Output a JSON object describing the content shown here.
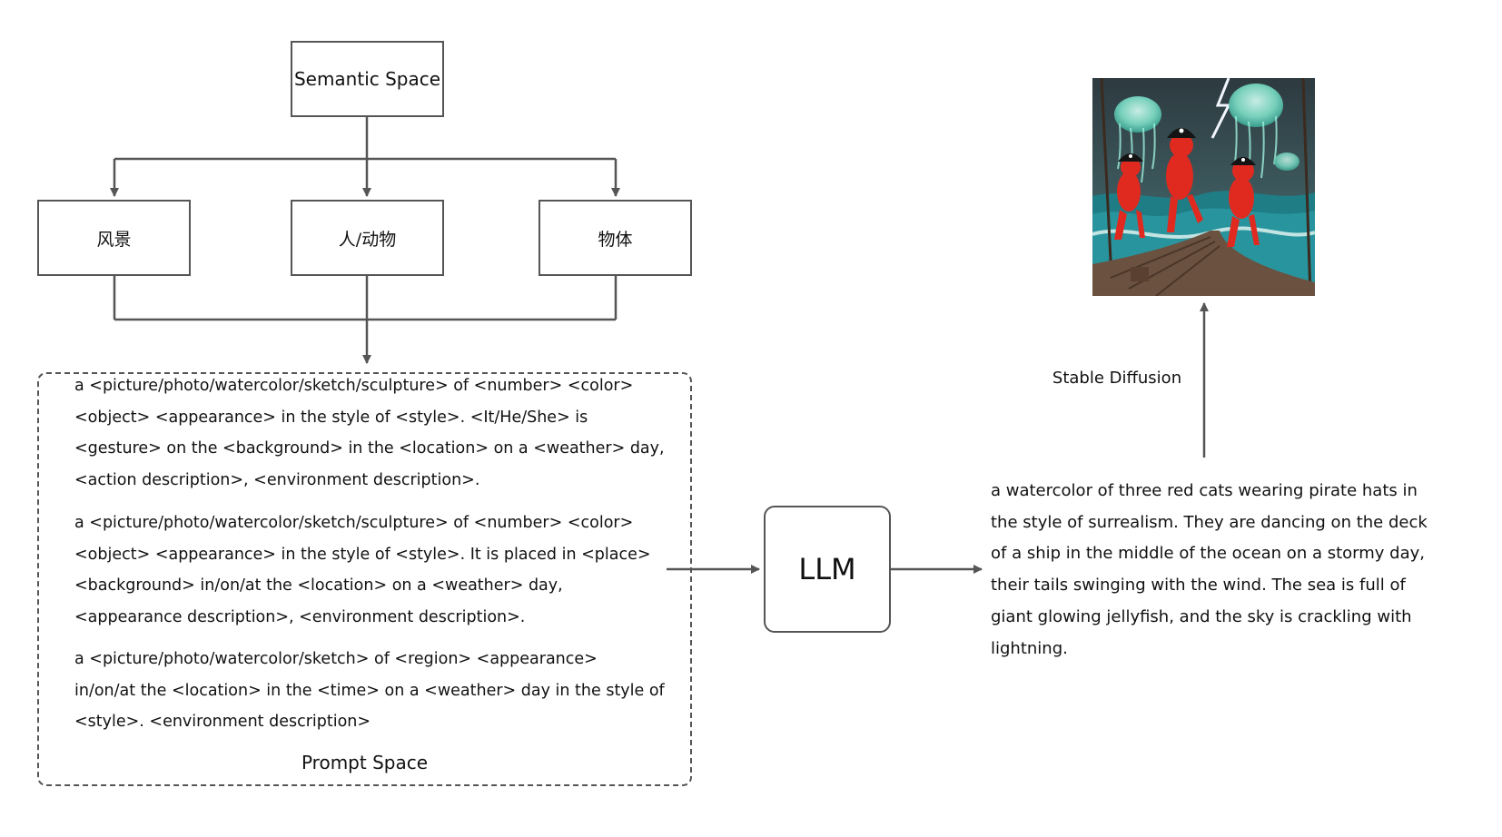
{
  "semantic_space": {
    "title": "Semantic Space",
    "categories": [
      "风景",
      "人/动物",
      "物体"
    ]
  },
  "prompt_space": {
    "label": "Prompt Space",
    "templates": [
      "a <picture/photo/watercolor/sketch/sculpture> of <number> <color>\n<object> <appearance> in the style of <style>. <It/He/She> is\n<gesture> on the <background> in the <location> on a <weather> day,\n<action description>, <environment description>.",
      "a <picture/photo/watercolor/sketch/sculpture> of <number> <color>\n<object> <appearance> in the style of <style>. It is placed in <place>\n<background> in/on/at the <location> on a <weather> day,\n<appearance description>, <environment description>.",
      "a <picture/photo/watercolor/sketch> of <region> <appearance>\nin/on/at the <location> in the <time> on a <weather> day in the style of\n<style>. <environment description>"
    ]
  },
  "llm": {
    "label": "LLM"
  },
  "generated_prompt": "a watercolor of three red cats wearing pirate hats in\nthe style of surrealism. They are dancing on the deck\nof a ship in the middle of the ocean on a stormy day,\ntheir tails swinging with the wind. The sea is full of\ngiant glowing jellyfish, and the sky is crackling with\nlightning.",
  "stable_diffusion": {
    "label": "Stable Diffusion"
  },
  "colors": {
    "line": "#555555",
    "text": "#111111"
  }
}
